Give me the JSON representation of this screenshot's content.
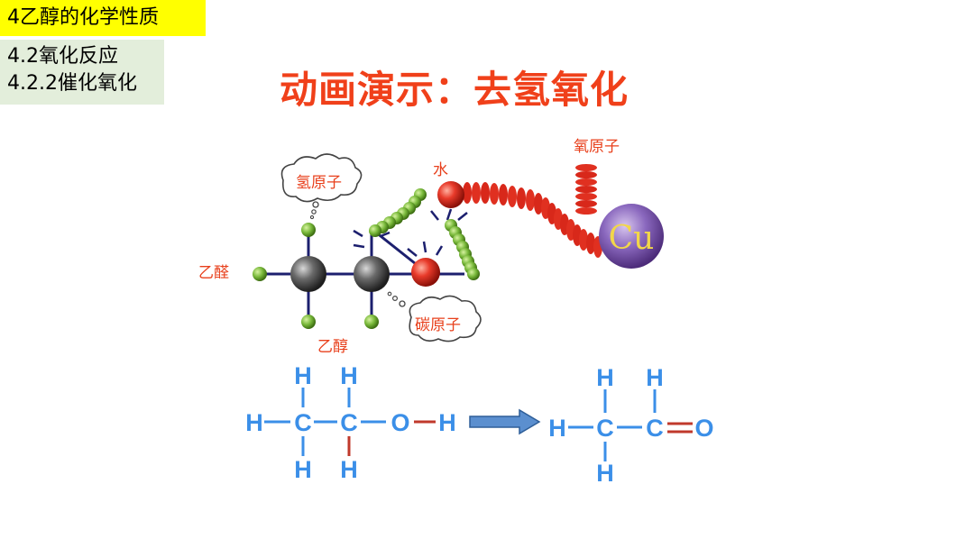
{
  "header": {
    "section": "4乙醇的化学性质",
    "subsection1": "4.2氧化反应",
    "subsection2": "4.2.2催化氧化",
    "title": "动画演示：去氢氧化"
  },
  "labels": {
    "hydrogen_atom": "氢原子",
    "water": "水",
    "oxygen_atom": "氧原子",
    "copper": "Cu",
    "acetaldehyde": "乙醛",
    "ethanol": "乙醇",
    "carbon_atom": "碳原子"
  },
  "ethanol_formula": {
    "top_h1": "H",
    "top_h2": "H",
    "left_h": "H",
    "c1": "C",
    "c2": "C",
    "o": "O",
    "right_h": "H",
    "bottom_h1": "H",
    "bottom_h2": "H"
  },
  "acetaldehyde_formula": {
    "top_h1": "H",
    "top_h2": "H",
    "left_h": "H",
    "c1": "C",
    "c2": "C",
    "o": "O",
    "bottom_h": "H"
  },
  "colors": {
    "title": "#f0401a",
    "formula": "#3b8fe8",
    "bond_highlight": "#c0392b",
    "section_bg": "#ffff00",
    "subsection_bg": "#e3eedb"
  }
}
